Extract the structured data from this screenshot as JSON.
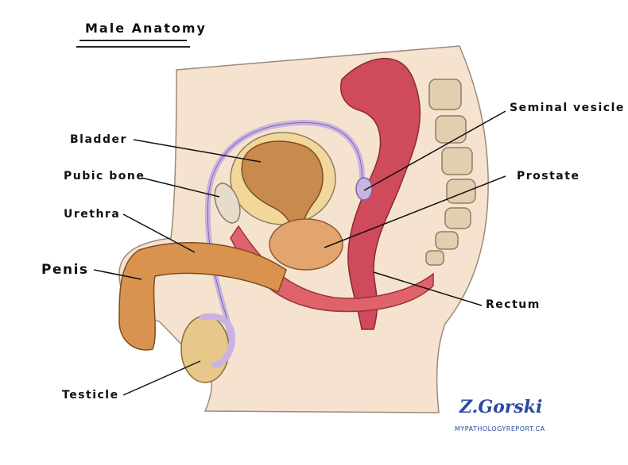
{
  "title": "Male Anatomy",
  "labels": {
    "bladder": "Bladder",
    "pubic_bone": "Pubic bone",
    "urethra": "Urethra",
    "penis": "Penis",
    "testicle": "Testicle",
    "seminal_vesicle": "Seminal vesicle",
    "prostate": "Prostate",
    "rectum": "Rectum"
  },
  "signature": {
    "name": "Z.Gorski",
    "url": "MYPATHOLOGYREPORT.CA"
  },
  "colors": {
    "skin": "#f6e3cf",
    "skin_outline": "#9a8a7c",
    "bladder": "#c98a4d",
    "bladder_rim": "#f1d79a",
    "vas_deferens": "#c9b3e3",
    "urethra": "#e0626b",
    "rectum": "#cf4a5a",
    "prostate": "#e3a46d",
    "penis": "#d9934f",
    "testicle": "#e8c88a",
    "vertebra": "#e2cfb0",
    "pubic_bone": "#e6dccb",
    "signature": "#2a4aa0"
  }
}
